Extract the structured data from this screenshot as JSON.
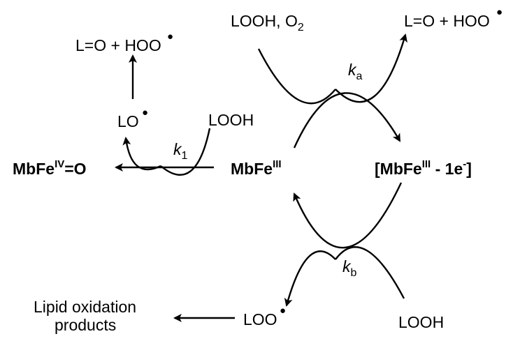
{
  "species": {
    "mbfe3": {
      "base": "MbFe",
      "sup": "III"
    },
    "mbfe4": {
      "base": "MbFe",
      "sup": "IV",
      "tail": "=O"
    },
    "mbfe_ox": {
      "open": "[MbFe",
      "sup": "III",
      "mid": " - 1e",
      "sup2": "-",
      "close": "]"
    }
  },
  "labels": {
    "looh_o2": {
      "text": "LOOH, O",
      "sub": "2"
    },
    "lo_hoo_left": "L=O + HOO",
    "lo_hoo_right": "L=O + HOO",
    "lo_radical": "LO",
    "looh_k1": "LOOH",
    "loo_radical": "LOO",
    "looh_bottom": "LOOH",
    "lipid_line1": "Lipid oxidation",
    "lipid_line2": "products"
  },
  "rate_constants": {
    "ka": {
      "k": "k",
      "sub": "a"
    },
    "kb": {
      "k": "k",
      "sub": "b"
    },
    "k1": {
      "k": "k",
      "sub": "1"
    }
  },
  "radical_dot": "●"
}
